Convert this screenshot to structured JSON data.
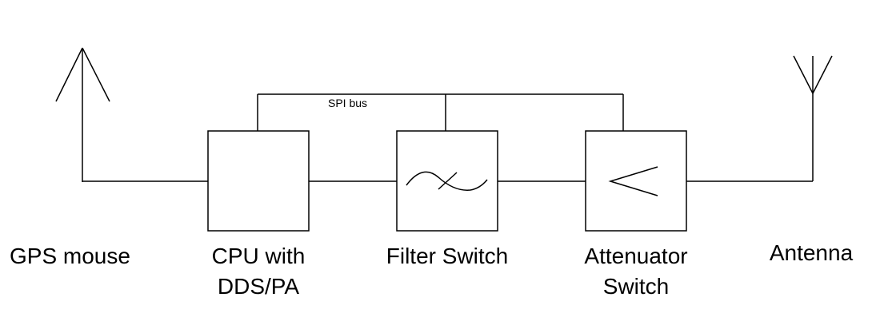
{
  "diagram": {
    "bus_label": "SPI bus",
    "nodes": {
      "gps": {
        "label": "GPS mouse"
      },
      "cpu": {
        "line1": "CPU with",
        "line2": "DDS/PA"
      },
      "filter": {
        "label": "Filter Switch"
      },
      "attenuator": {
        "line1": "Attenuator",
        "line2": "Switch"
      },
      "antenna": {
        "label": "Antenna"
      }
    },
    "colors": {
      "line": "#000000",
      "background": "#ffffff"
    },
    "icons": {
      "gps": "gps-antenna-icon",
      "filter": "filter-tilde-icon",
      "attenuator": "attenuator-wedge-icon",
      "antenna": "antenna-icon"
    }
  }
}
